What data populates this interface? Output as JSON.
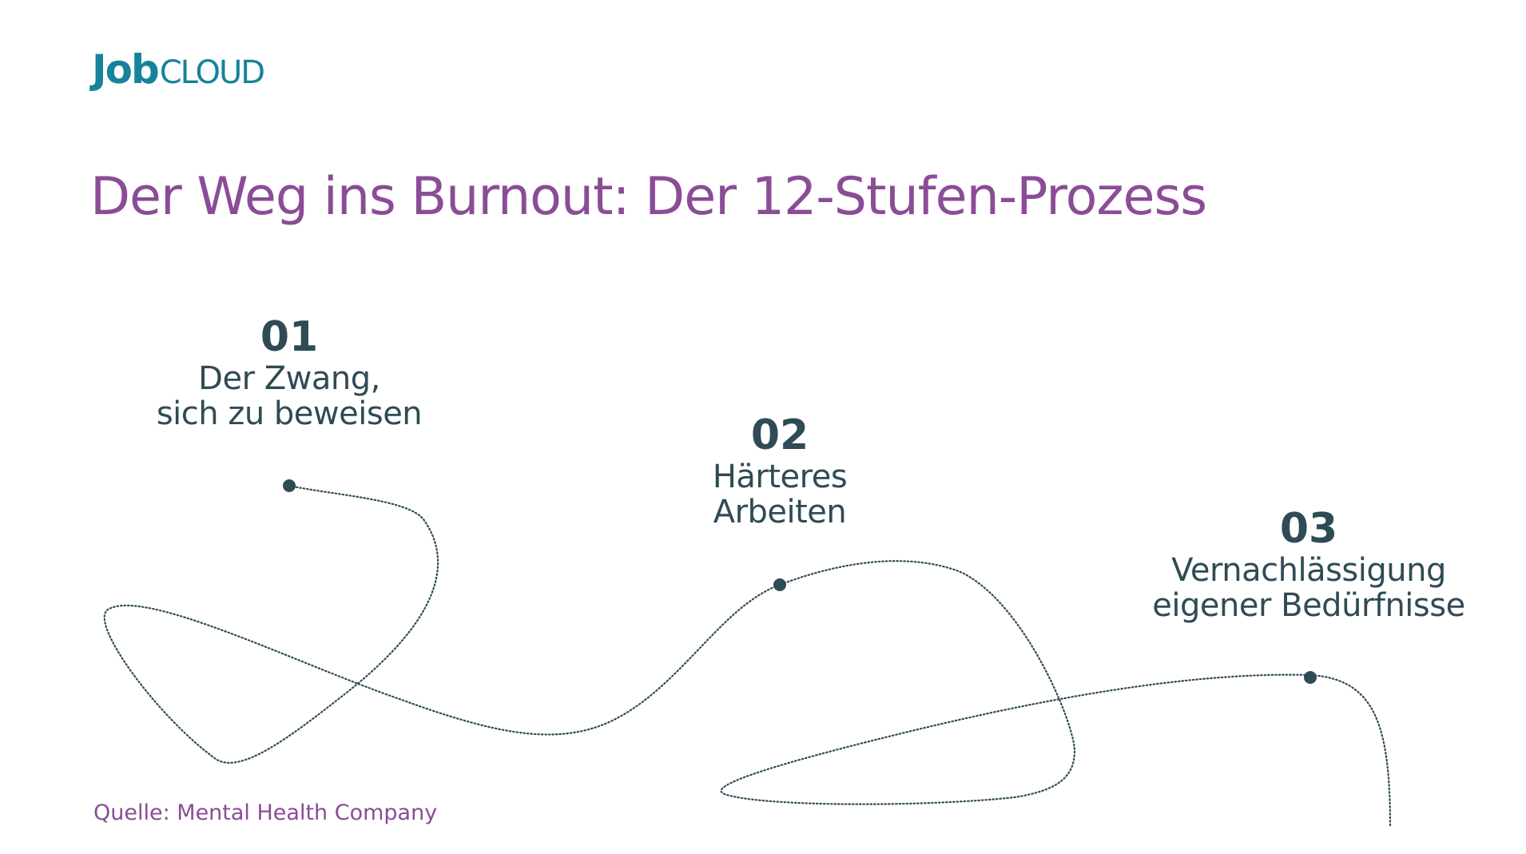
{
  "logo": {
    "job": "Job",
    "cloud": "CLOUD",
    "color": "#16839a"
  },
  "title": "Der Weg ins Burnout: Der 12-Stufen-Prozess",
  "title_color": "#8b4c97",
  "text_color": "#2f4b55",
  "steps": [
    {
      "number": "01",
      "line1": "Der Zwang,",
      "line2": "sich zu beweisen"
    },
    {
      "number": "02",
      "line1": "Härteres",
      "line2": "Arbeiten"
    },
    {
      "number": "03",
      "line1": "Vernachlässigung",
      "line2": "eigener Bedürfnisse"
    }
  ],
  "source": "Quelle: Mental Health Company"
}
